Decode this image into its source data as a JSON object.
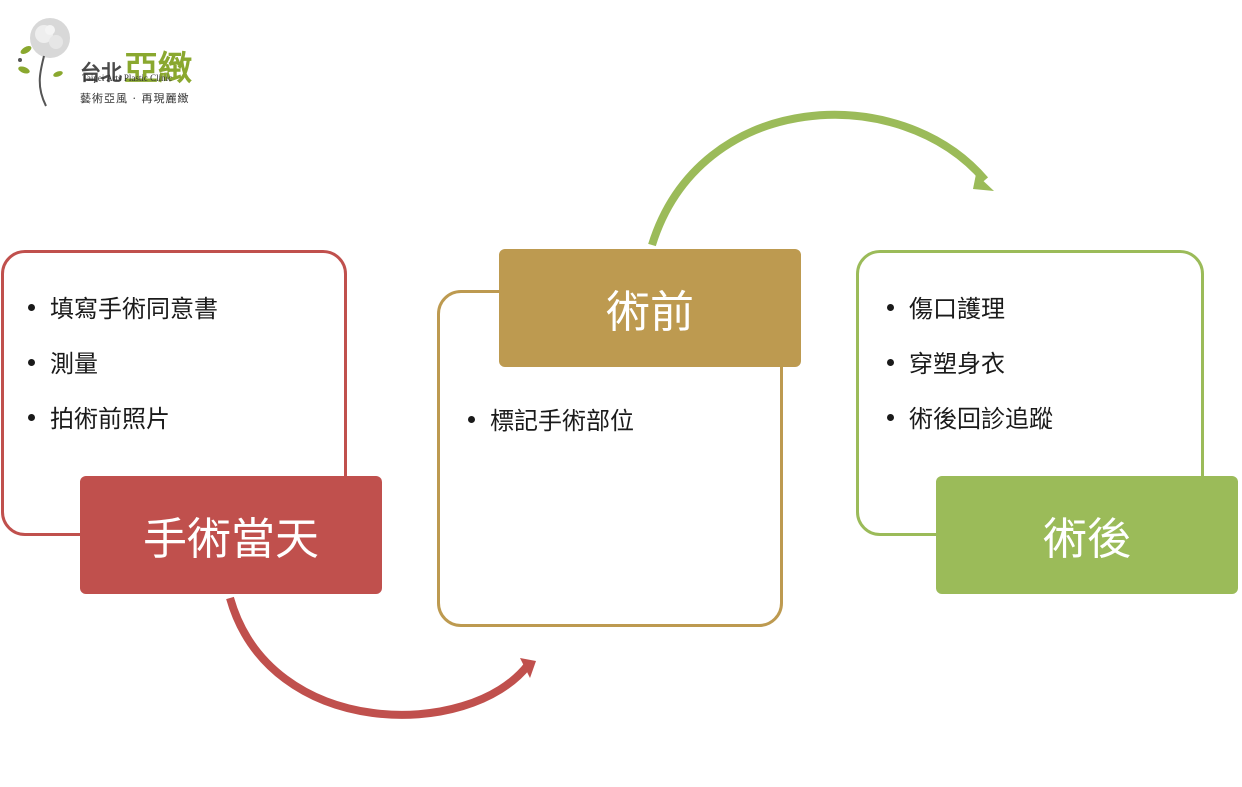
{
  "logo": {
    "name_prefix": "台北",
    "name_brand": "亞緻",
    "english_name": "Taipei Arts Plastic Clinic",
    "slogan": "藝術亞風 · 再現麗緻"
  },
  "colors": {
    "red": "#c0504d",
    "gold": "#bd9a50",
    "green": "#9bbb59",
    "text": "#1a1a1a",
    "label_text": "#ffffff"
  },
  "stages": [
    {
      "label": "手術當天",
      "color": "#c0504d",
      "items": [
        "填寫手術同意書",
        "測量",
        "拍術前照片"
      ]
    },
    {
      "label": "術前",
      "color": "#bd9a50",
      "items": [
        "標記手術部位"
      ]
    },
    {
      "label": "術後",
      "color": "#9bbb59",
      "items": [
        "傷口護理",
        "穿塑身衣",
        "術後回診追蹤"
      ]
    }
  ],
  "connectors": [
    {
      "from": "手術當天",
      "to": "術前",
      "color": "#c0504d"
    },
    {
      "from": "術前",
      "to": "術後",
      "color": "#9bbb59"
    }
  ]
}
